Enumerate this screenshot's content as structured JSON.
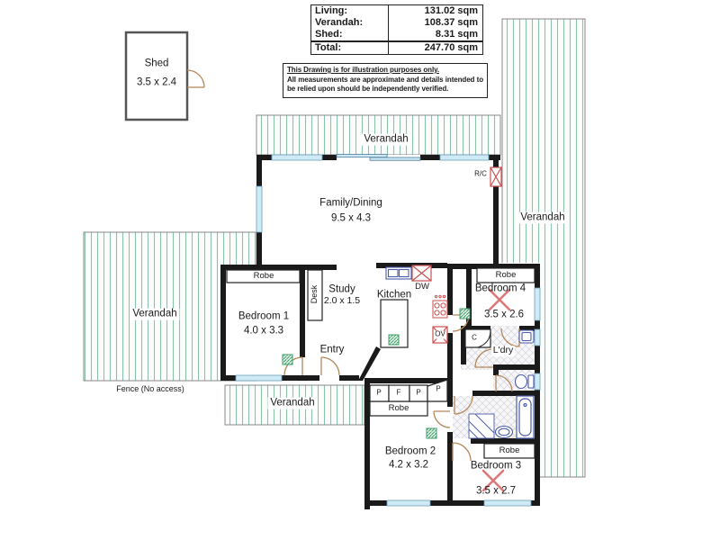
{
  "area_table": {
    "rows": [
      {
        "label": "Living:",
        "value": "131.02 sqm"
      },
      {
        "label": "Verandah:",
        "value": "108.37 sqm"
      },
      {
        "label": "Shed:",
        "value": "8.31 sqm"
      },
      {
        "label": "Total:",
        "value": "247.70 sqm"
      }
    ]
  },
  "disclaimer": {
    "line1": "This Drawing is for illustration purposes only.",
    "line2": "All measurements are approximate and details intended",
    "line3": "to be relied upon should be independently verified."
  },
  "shed": {
    "name": "Shed",
    "dims": "3.5 x 2.4"
  },
  "verandah_labels": {
    "top": "Verandah",
    "right": "Verandah",
    "left": "Verandah",
    "bottom": "Verandah"
  },
  "fence_label": "Fence (No access)",
  "rooms": {
    "family": {
      "name": "Family/Dining",
      "dims": "9.5 x 4.3"
    },
    "study": {
      "name": "Study",
      "dims": "2.0 x 1.5"
    },
    "kitchen": {
      "name": "Kitchen"
    },
    "entry": {
      "name": "Entry"
    },
    "laundry": {
      "name": "L'dry"
    },
    "bed1": {
      "name": "Bedroom 1",
      "dims": "4.0 x 3.3",
      "robe": "Robe"
    },
    "bed2": {
      "name": "Bedroom 2",
      "dims": "4.2 x 3.2",
      "robe": "Robe"
    },
    "bed3": {
      "name": "Bedroom 3",
      "dims": "3.5 x 2.7",
      "robe": "Robe"
    },
    "bed4": {
      "name": "Bedroom 4",
      "dims": "3.5 x 2.6",
      "robe": "Robe"
    }
  },
  "fixtures": {
    "desk": "Desk",
    "dishwasher": "DW",
    "oven": "OV",
    "air_conditioner": "R/C",
    "cupboard": "C",
    "pantry1": "P",
    "fridge": "F",
    "pantry2": "P",
    "pantry3": "P"
  },
  "colors": {
    "wall": "#1a1a1a",
    "window": "#cfeaf7",
    "verandah_line": "#8cc3a8",
    "door_swing": "#b5885c",
    "fixture_red": "#cc4f4f",
    "fixture_blue": "#4a5aa8",
    "vent_green": "#3f9e68"
  }
}
